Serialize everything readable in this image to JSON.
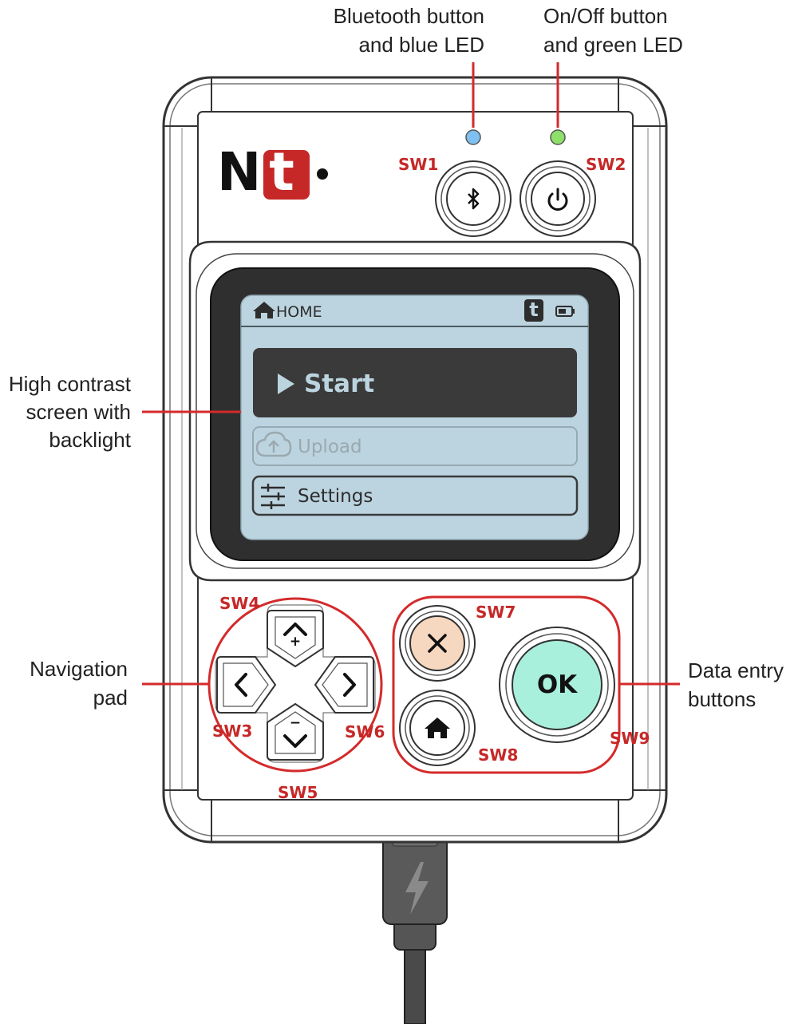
{
  "callouts": {
    "bluetooth": {
      "line1": "Bluetooth button",
      "line2": "and blue LED"
    },
    "onoff": {
      "line1": "On/Off button",
      "line2": "and green LED"
    },
    "screen": {
      "line1": "High contrast",
      "line2": "screen with",
      "line3": "backlight"
    },
    "navpad": {
      "line1": "Navigation",
      "line2": "pad"
    },
    "dataentry": {
      "line1": "Data entry",
      "line2": "buttons"
    }
  },
  "switches": {
    "sw1": "SW1",
    "sw2": "SW2",
    "sw3": "SW3",
    "sw4": "SW4",
    "sw5": "SW5",
    "sw6": "SW6",
    "sw7": "SW7",
    "sw8": "SW8",
    "sw9": "SW9"
  },
  "logo": {
    "text": "Nt"
  },
  "screen": {
    "header_title": "HOME",
    "header_badge": "t",
    "menu": [
      {
        "label": "Start",
        "icon": "play-icon",
        "state": "selected"
      },
      {
        "label": "Upload",
        "icon": "cloud-upload-icon",
        "state": "disabled"
      },
      {
        "label": "Settings",
        "icon": "sliders-icon",
        "state": "normal"
      }
    ]
  },
  "buttons": {
    "ok_label": "OK",
    "nav_up_symbol": "+",
    "nav_down_symbol": "−"
  },
  "colors": {
    "annotation_red": "#d42a2a",
    "label_red": "#c62828",
    "led_blue": "#7ec0f2",
    "led_green": "#8fe06a",
    "screen_bg": "#bcd4df",
    "cancel_button": "#f6d7bf",
    "ok_button": "#a8efdc",
    "cable_dark": "#505050"
  }
}
